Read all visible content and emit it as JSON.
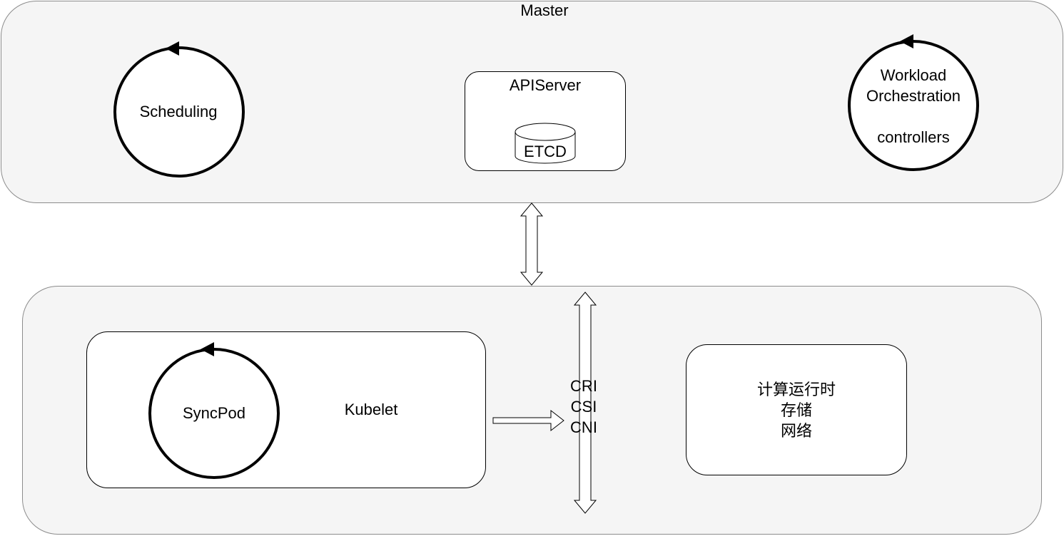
{
  "master": {
    "title": "Master",
    "scheduling": "Scheduling",
    "workload": "Workload\nOrchestration\n\ncontrollers",
    "apiserver": "APIServer",
    "etcd": "ETCD"
  },
  "node": {
    "syncpod": "SyncPod",
    "kubelet": "Kubelet",
    "interfaces": "CRI\nCSI\nCNI",
    "runtime": "计算运行时\n存储\n网络"
  }
}
